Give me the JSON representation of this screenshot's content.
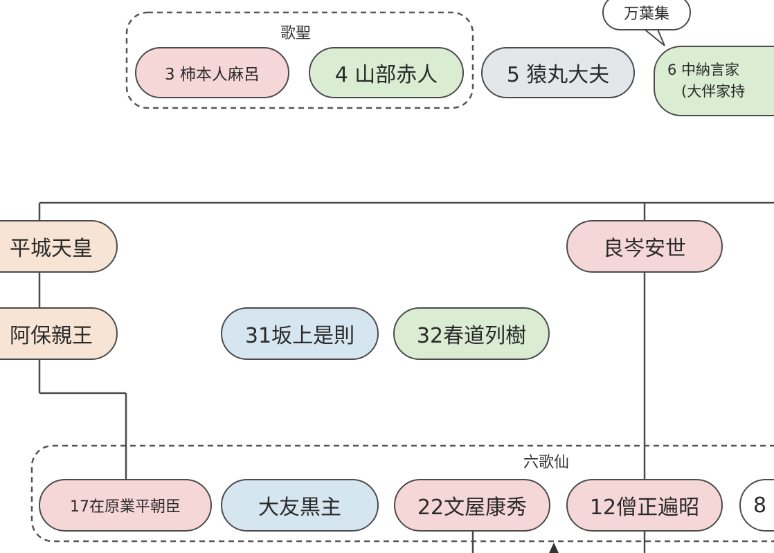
{
  "groups": {
    "kasei": "歌聖",
    "rokkasen": "六歌仙"
  },
  "callout": "万葉集",
  "nodes": {
    "n3": "3 柿本人麻呂",
    "n4": "4 山部赤人",
    "n5": "5 猿丸大夫",
    "n6_line1": "6 中納言家",
    "n6_line2": "(大伴家持",
    "heizei": "平城天皇",
    "yoshimine": "良岑安世",
    "abo": "阿保親王",
    "n31": "31坂上是則",
    "n32": "32春道列樹",
    "n17": "17在原業平朝臣",
    "otomo": "大友黒主",
    "n22": "22文屋康秀",
    "n12": "12僧正遍昭",
    "n8": "8"
  },
  "colors": {
    "pink": "#f6d7d7",
    "green": "#daecd2",
    "grey": "#e3e7ea",
    "blue": "#d6e6f1",
    "peach": "#f8e4d4",
    "line": "#4a4a4a"
  }
}
